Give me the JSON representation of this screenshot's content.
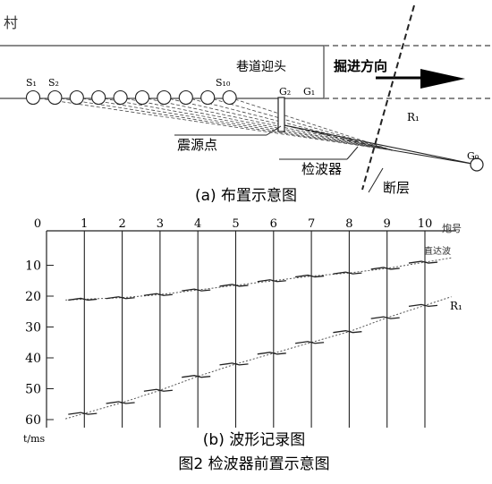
{
  "top_diagram": {
    "corner_mark": "村",
    "tunnel_head_label": "巷道迎头",
    "direction_label": "掘进方向",
    "sources": [
      "S₁",
      "S₂",
      "S₁₀"
    ],
    "receivers": [
      "G₂",
      "G₁",
      "G₀"
    ],
    "fault_reflection_label": "R₁",
    "source_point_label": "震源点",
    "geophone_label": "检波器",
    "fault_label": "断层",
    "caption": "(a) 布置示意图"
  },
  "chart_data": {
    "type": "seismogram",
    "x_label": "炮号",
    "y_label": "t/ms",
    "traces": [
      1,
      2,
      3,
      4,
      5,
      6,
      7,
      8,
      9,
      10
    ],
    "x_ticks": [
      "0",
      "1",
      "2",
      "3",
      "4",
      "5",
      "6",
      "7",
      "8",
      "9",
      "10"
    ],
    "y_ticks": [
      10,
      20,
      30,
      40,
      50,
      60
    ],
    "ylim": [
      0,
      63
    ],
    "series": [
      {
        "name": "直达波",
        "times": [
          21,
          20.5,
          19.5,
          18,
          16.5,
          15,
          13.5,
          12.5,
          11,
          9
        ]
      },
      {
        "name": "R₁",
        "times": [
          58,
          54.5,
          50.5,
          46,
          42,
          38.5,
          35,
          31.5,
          27,
          23
        ]
      }
    ],
    "caption": "(b) 波形记录图"
  },
  "figure_caption": "图2 检波器前置示意图"
}
